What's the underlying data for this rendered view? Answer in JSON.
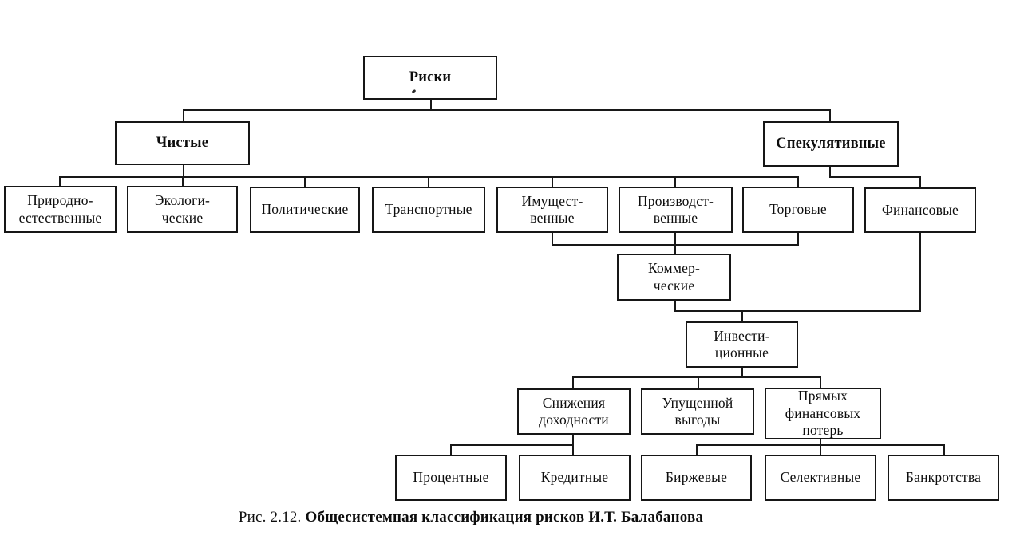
{
  "figure": {
    "caption_prefix": "Рис. 2.12.",
    "caption_title": "Общесистемная классификация рисков И.Т. Балабанова"
  },
  "line_color": "#181818",
  "nodes": {
    "riski": {
      "label": "Риски"
    },
    "chistye": {
      "label": "Чистые"
    },
    "spekulyativnye": {
      "label": "Спекулятивные"
    },
    "prirodno_estestvennye": {
      "label": "Природно-\nестественные"
    },
    "ekologicheskie": {
      "label": "Экологи-\nческие"
    },
    "politicheskie": {
      "label": "Политические"
    },
    "transportnye": {
      "label": "Транспортные"
    },
    "imushchestvennye": {
      "label": "Имущест-\nвенные"
    },
    "proizvodstvennye": {
      "label": "Производст-\nвенные"
    },
    "torgovye": {
      "label": "Торговые"
    },
    "finansovye": {
      "label": "Финансовые"
    },
    "kommercheskie": {
      "label": "Коммер-\nческие"
    },
    "investitsionnye": {
      "label": "Инвести-\nционные"
    },
    "snizheniya_dokhodnosti": {
      "label": "Снижения\nдоходности"
    },
    "upushchennoy_vygody": {
      "label": "Упущенной\nвыгоды"
    },
    "pryamykh_finansovykh_poter": {
      "label": "Прямых\nфинансовых\nпотерь"
    },
    "protsentnye": {
      "label": "Процентные"
    },
    "kreditnye": {
      "label": "Кредитные"
    },
    "birzhevye": {
      "label": "Биржевые"
    },
    "selektivnye": {
      "label": "Селективные"
    },
    "bankrotstva": {
      "label": "Банкротства"
    }
  },
  "edges": [
    {
      "from": "Риски",
      "to": [
        "Чистые",
        "Спекулятивные"
      ]
    },
    {
      "from": "Чистые",
      "to": [
        "Природно-естественные",
        "Экологические",
        "Политические",
        "Транспортные",
        "Имущественные",
        "Производственные",
        "Торговые"
      ]
    },
    {
      "from": "Спекулятивные",
      "to": [
        "Финансовые"
      ]
    },
    {
      "from": "Имущественные, Производственные, Торговые",
      "to": [
        "Коммерческие"
      ]
    },
    {
      "from": "Коммерческие, Финансовые",
      "to": [
        "Инвестиционные"
      ]
    },
    {
      "from": "Инвестиционные",
      "to": [
        "Снижения доходности",
        "Упущенной выгоды",
        "Прямых финансовых потерь"
      ]
    },
    {
      "from": "Снижения доходности",
      "to": [
        "Процентные",
        "Кредитные"
      ]
    },
    {
      "from": "Прямых финансовых потерь",
      "to": [
        "Биржевые",
        "Селективные",
        "Банкротства"
      ]
    }
  ]
}
